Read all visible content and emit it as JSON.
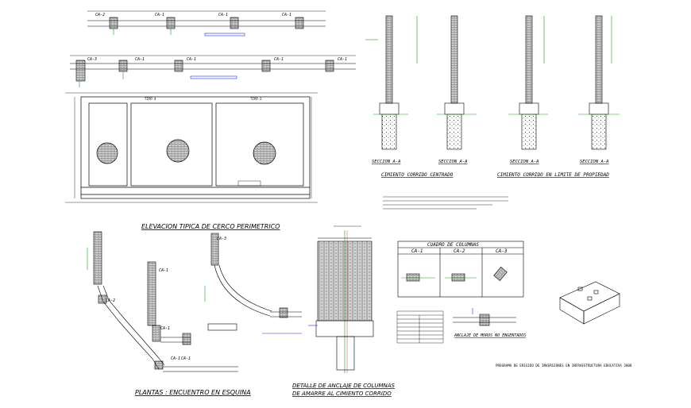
{
  "sheet": {
    "colors": {
      "line": "#000000",
      "green": "#16a016",
      "red": "#d01818",
      "blue": "#1e2fe0",
      "magenta": "#c000c0"
    }
  },
  "top_plans": {
    "column_tags_row1": [
      "CA-2",
      "CA-1",
      "CA-1",
      "CA-1"
    ],
    "column_tags_row2": [
      "CA-3",
      "CA-1",
      "CA-1",
      "CA-1",
      "CA-1"
    ]
  },
  "elevation": {
    "title": "ELEVACION  TIPICA  DE  CERCO  PERIMETRICO",
    "panel_tags": [
      "TIPO A",
      "TIPO 1"
    ]
  },
  "sections": {
    "group1_title": "CIMIENTO  CORRIDO  CENTRADO",
    "group2_title": "CIMIENTO  CORRIDO  EN  LIMITE  DE  PROPIEDAD",
    "section_labels": [
      "SECCION  A-A",
      "SECCION  A-A",
      "SECCION  A-A",
      "SECCION  A-A"
    ]
  },
  "columns_table": {
    "title": "CUADRO  DE  COLUMNAS",
    "headers": [
      "CA-1",
      "CA-2",
      "CA-3"
    ]
  },
  "anchorage_title": "ANCLAJE  DE  MUROS  NO  ENGENTADOS",
  "plans": {
    "title": "PLANTAS :  ENCUENTRO  EN  ESQUINA",
    "tags": [
      "CA-2",
      "CA-1",
      "CA-1",
      "CA-1",
      "CA-3",
      "CA-1"
    ]
  },
  "detail": {
    "title_line1": "DETALLE  DE  ANCLAJE  DE  COLUMNAS",
    "title_line2": "DE  AMARRE  AL  CIMIENTO  CORRIDO"
  },
  "footer_program": "PROGRAMA  DE  ERIGIDO  DE  INVERSIONES  EN  INFRAESTRUCTURA  EDUCATIVA  2008"
}
